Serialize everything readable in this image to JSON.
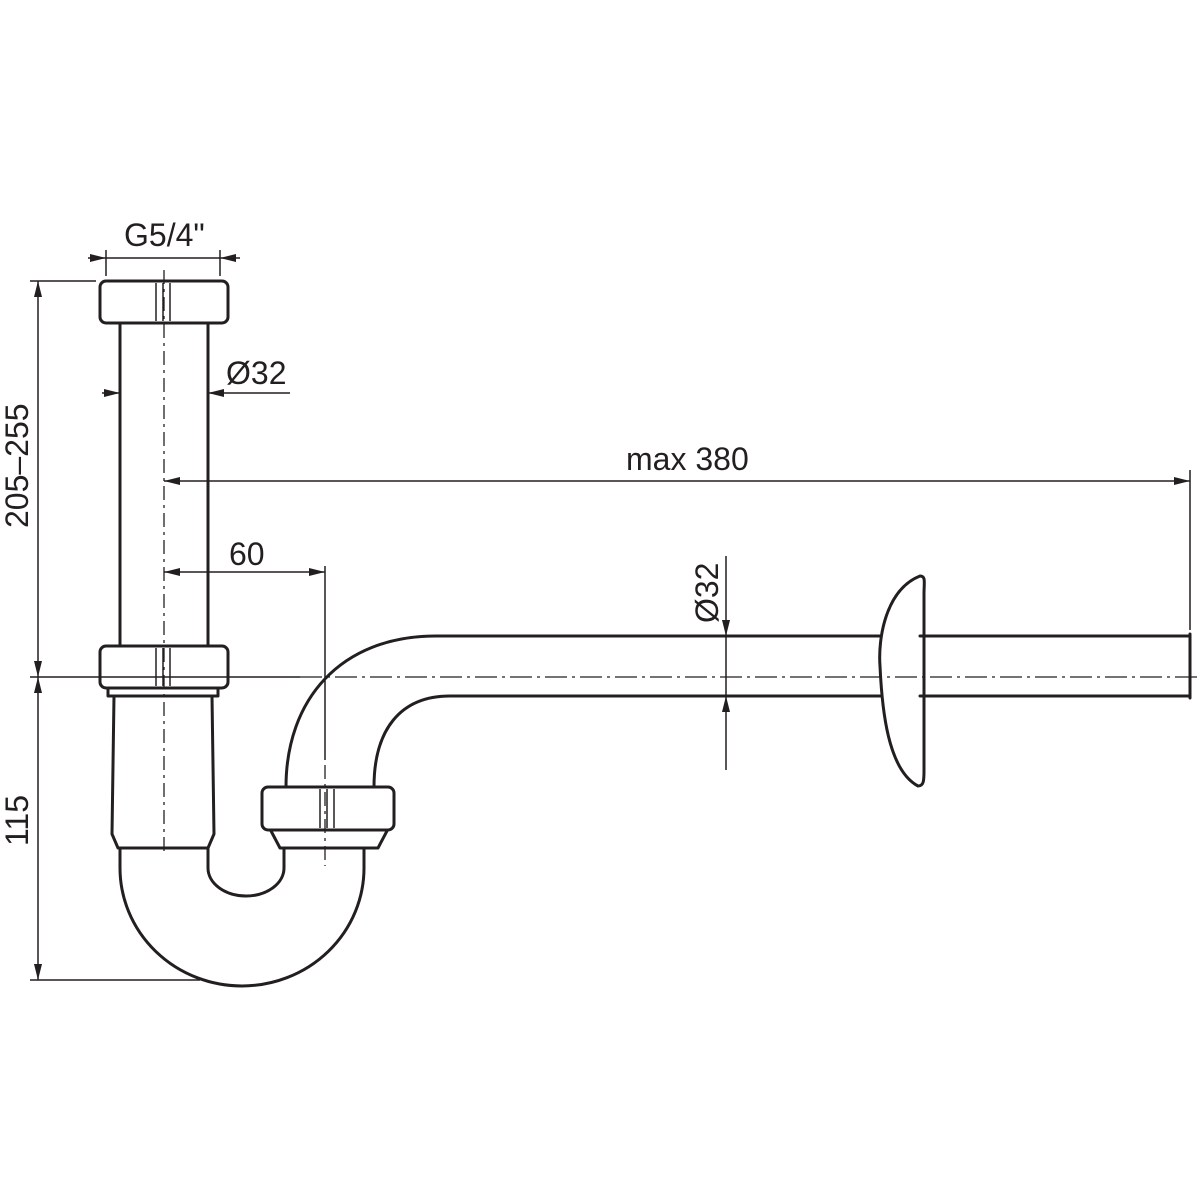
{
  "dimensions": {
    "thread": "G5/4\"",
    "tube_diameter_vertical": "Ø32",
    "max_length": "max 380",
    "offset": "60",
    "tube_diameter_horizontal": "Ø32",
    "height_range": "205–255",
    "trap_depth": "115"
  },
  "colors": {
    "line": "#231f20",
    "background": "#ffffff"
  }
}
